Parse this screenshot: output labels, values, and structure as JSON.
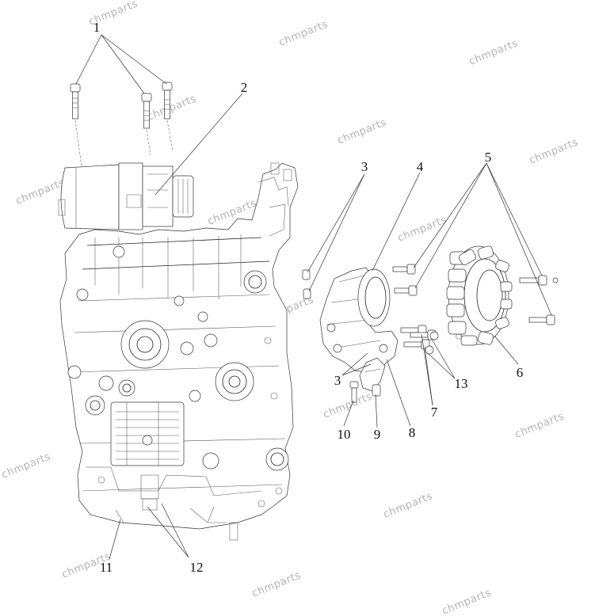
{
  "watermark": "chmparts",
  "callouts": {
    "c1": "1",
    "c2": "2",
    "c3a": "3",
    "c3b": "3",
    "c4": "4",
    "c5": "5",
    "c6": "6",
    "c7": "7",
    "c8": "8",
    "c9": "9",
    "c10": "10",
    "c11": "11",
    "c12": "12",
    "c13": "13"
  }
}
